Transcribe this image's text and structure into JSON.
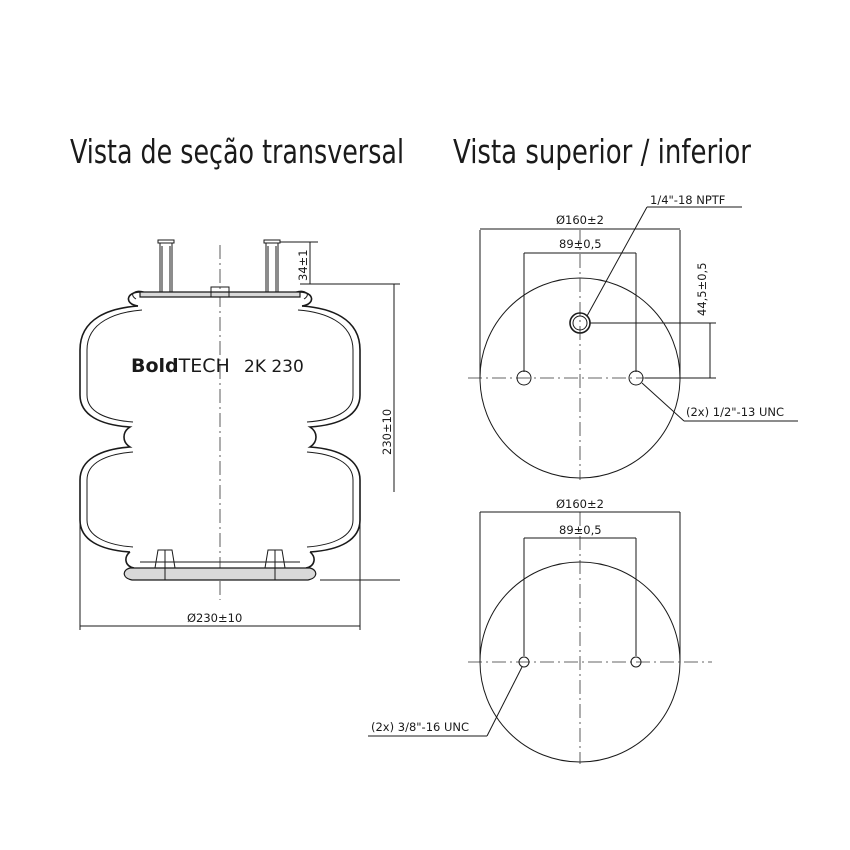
{
  "titles": {
    "section": "Vista de seção transversal",
    "top_bottom": "Vista superior / inferior"
  },
  "brand": {
    "bold": "Bold",
    "tech": "TECH",
    "model": "2K 230"
  },
  "section_dims": {
    "stud_height": "34±1",
    "height": "230±10",
    "diameter": "Ø230±10"
  },
  "top_view": {
    "diameter": "Ø160±2",
    "bolt_spacing": "89±0,5",
    "offset": "44,5±0,5",
    "port_label": "1/4\"-18 NPTF",
    "stud_label": "(2x) 1/2\"-13 UNC"
  },
  "bottom_view": {
    "diameter": "Ø160±2",
    "bolt_spacing": "89±0,5",
    "stud_label": "(2x) 3/8\"-16 UNC"
  },
  "colors": {
    "ink": "#1a1a1a",
    "plate": "#d9d9d9",
    "background": "#ffffff"
  }
}
